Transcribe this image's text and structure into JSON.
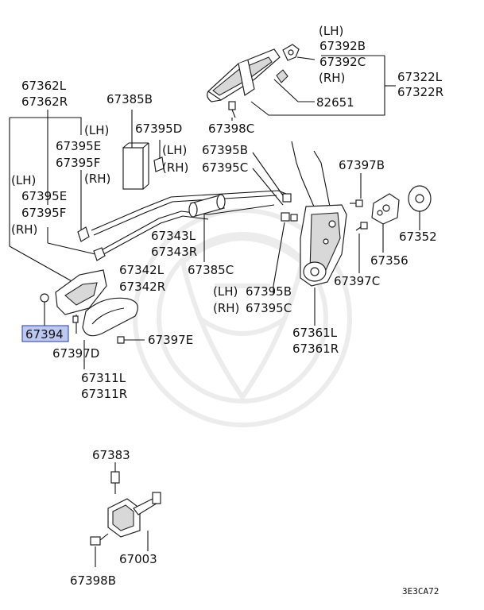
{
  "labels": {
    "p67392_lh": "(LH)",
    "p67392b": "67392B",
    "p67392c": "67392C",
    "p67392_rh": "(RH)",
    "p67322l": "67322L",
    "p67322r": "67322R",
    "p82651": "82651",
    "p67398c": "67398C",
    "p67362l": "67362L",
    "p67362r": "67362R",
    "p67385b": "67385B",
    "p67395d": "67395D",
    "p67395d_lh": "(LH)",
    "p67395d_rh": "(RH)",
    "p67395b_top": "67395B",
    "p67395c_top": "67395C",
    "p67395e_lh_top": "(LH)",
    "p67395e_top": "67395E",
    "p67395f_top": "67395F",
    "p67395f_rh_top": "(RH)",
    "p67395e_lh": "(LH)",
    "p67395e": "67395E",
    "p67395f": "67395F",
    "p67395f_rh": "(RH)",
    "p67397b": "67397B",
    "p67352": "67352",
    "p67343l": "67343L",
    "p67343r": "67343R",
    "p67342l": "67342L",
    "p67342r": "67342R",
    "p67385c": "67385C",
    "p67356": "67356",
    "p67397c": "67397C",
    "p67395b_lh": "(LH)",
    "p67395b": "67395B",
    "p67395c_rh": "(RH)",
    "p67395c": "67395C",
    "p67394": "67394",
    "p67397d": "67397D",
    "p67397e": "67397E",
    "p67361l": "67361L",
    "p67361r": "67361R",
    "p67311l": "67311L",
    "p67311r": "67311R",
    "p67383": "67383",
    "p67003": "67003",
    "p67398b": "67398B",
    "diagram_code": "3E3CA72"
  },
  "highlight_part": "67394",
  "colors": {
    "highlight_fill": "#bcc8f0",
    "line": "#111111",
    "watermark": "#ececec"
  }
}
